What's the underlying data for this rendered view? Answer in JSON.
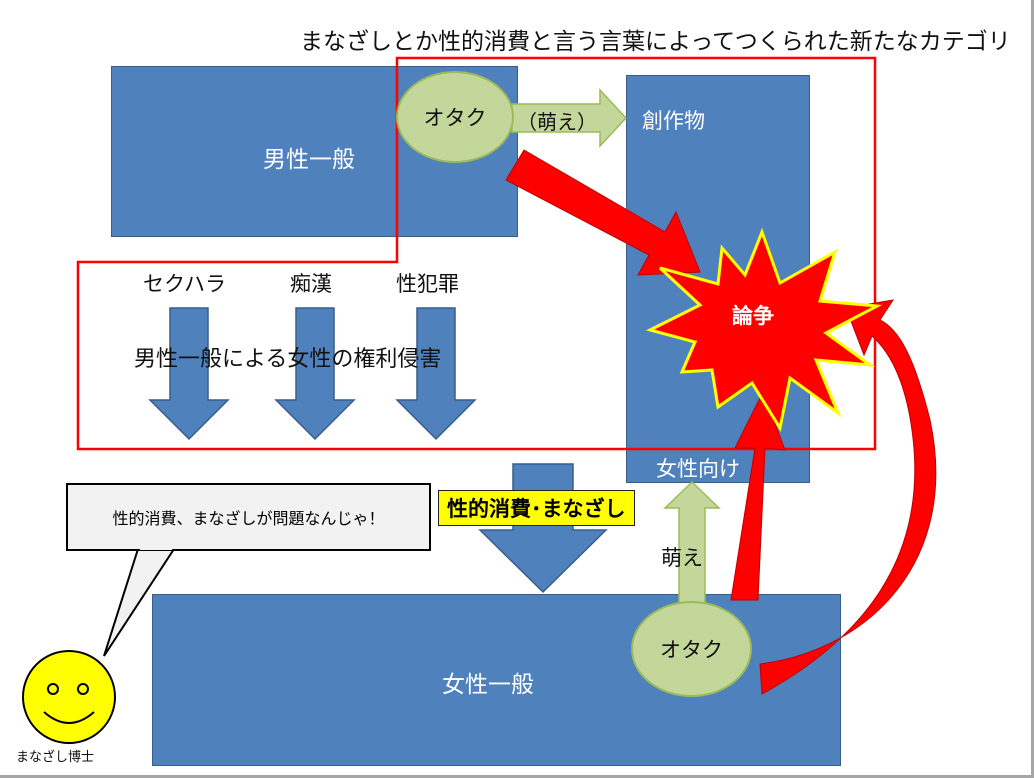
{
  "title": "まなざしとか性的消費と言う言葉によってつくられた新たなカテゴリ",
  "boxes": {
    "men_general": "男性一般",
    "creative_works": "創作物",
    "for_women": "女性向け",
    "women_general": "女性一般"
  },
  "ellipses": {
    "otaku_top": "オタク",
    "otaku_bottom": "オタク"
  },
  "arrows": {
    "moe_top": "（萌え）",
    "moe_bottom": "萌え"
  },
  "harms": {
    "items": [
      "セクハラ",
      "痴漢",
      "性犯罪"
    ],
    "caption": "男性一般による女性の権利侵害"
  },
  "dispute": "論争",
  "highlight": "性的消費･まなざし",
  "speech": "性的消費、まなざしが問題なんじゃ！",
  "character": "まなざし博士",
  "colors": {
    "box_blue": "#4f81bd",
    "ellipse_green": "#c4d79b",
    "arrow_red": "#ff0000",
    "outline_red": "#ff0000",
    "highlight_yellow": "#ffff00",
    "face_yellow": "#ffff00"
  }
}
